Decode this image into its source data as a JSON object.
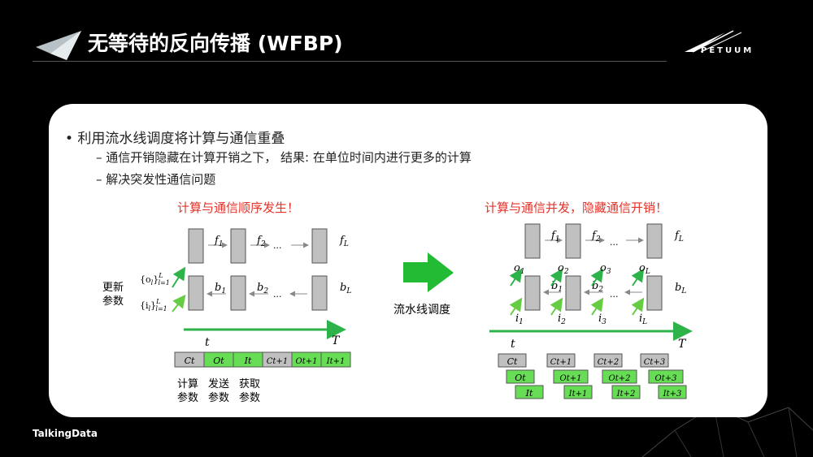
{
  "slide": {
    "title": "无等待的反向传播 (WFBP)",
    "brand": "PETUUM",
    "footer": "TalkingData"
  },
  "bullets": {
    "main": "•   利用流水线调度将计算与通信重叠",
    "sub1": "–   通信开销隐藏在计算开销之下， 结果: 在单位时间内进行更多的计算",
    "sub2": "–   解决突发性通信问题"
  },
  "left_diagram": {
    "heading": "计算与通信顺序发生！",
    "update_label_1": "更新",
    "update_label_2": "参数",
    "o_set": "{o",
    "i_set": "{i",
    "f_labels": [
      "f",
      "f",
      "f"
    ],
    "f_subs": [
      "1",
      "2",
      "L"
    ],
    "b_labels": [
      "b",
      "b",
      "b"
    ],
    "b_subs": [
      "1",
      "2",
      "L"
    ],
    "ellipsis": "...",
    "t_start": "t",
    "t_end": "T",
    "timeline": [
      "Ct",
      "Ot",
      "It",
      "Ct+1",
      "Ot+1",
      "It+1"
    ],
    "phase_top": [
      "计算",
      "发送",
      "获取"
    ],
    "phase_bottom": [
      "参数",
      "参数",
      "参数"
    ]
  },
  "arrow_label": "流水线调度",
  "right_diagram": {
    "heading": "计算与通信并发，隐藏通信开销！",
    "o_labels": [
      "o",
      "o",
      "o",
      "o"
    ],
    "o_subs": [
      "1",
      "2",
      "3",
      "L"
    ],
    "i_labels": [
      "i",
      "i",
      "i",
      "i"
    ],
    "i_subs": [
      "1",
      "2",
      "3",
      "L"
    ],
    "c_row": [
      "Ct",
      "Ct+1",
      "Ct+2",
      "Ct+3"
    ],
    "o_row": [
      "Ot",
      "Ot+1",
      "Ot+2",
      "Ot+3"
    ],
    "i_row": [
      "It",
      "It+1",
      "It+2",
      "It+3"
    ]
  },
  "colors": {
    "box_gray": "#c0c0c0",
    "box_green": "#66dd55",
    "arrow_green": "#2db34a",
    "heading_red": "#e5332a"
  }
}
